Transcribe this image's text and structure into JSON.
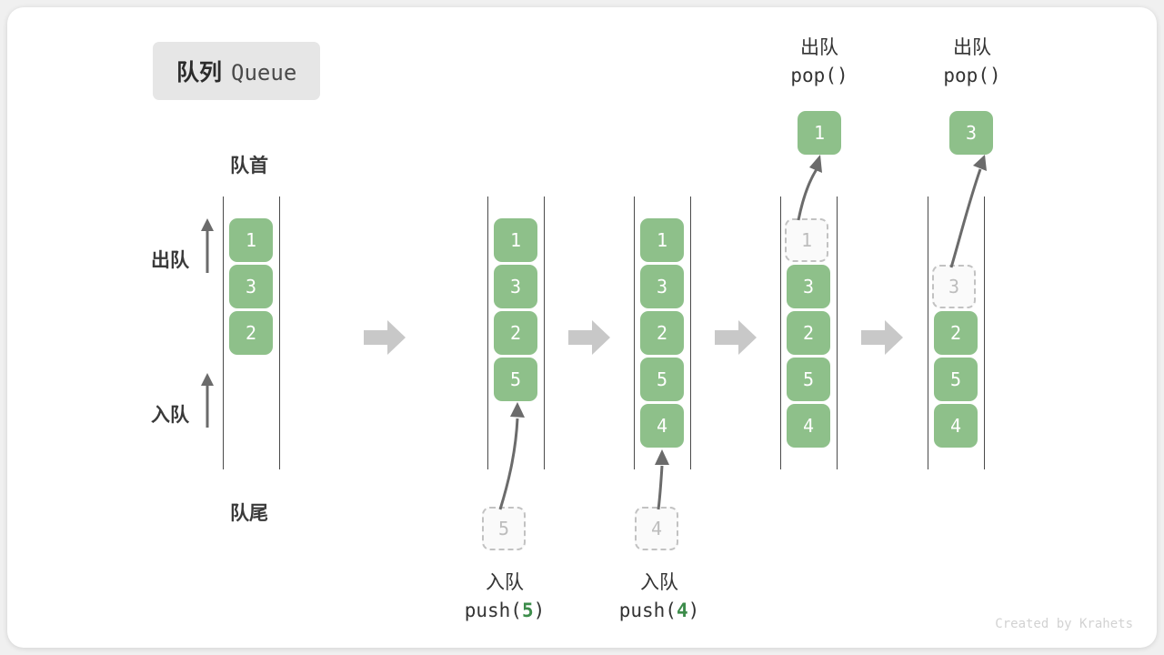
{
  "title": {
    "cn": "队列",
    "en": "Queue"
  },
  "labels": {
    "front": "队首",
    "rear": "队尾",
    "dequeue": "出队",
    "enqueue": "入队"
  },
  "watermark": "Created by Krahets",
  "colors": {
    "item_green": "#8ec08a",
    "ghost_border": "#c2c2c2",
    "ghost_text": "#bdbdbd",
    "rail": "#4a4a4a",
    "arrow_gray": "#c8c8c8",
    "accent_num": "#3c8c4a",
    "badge_bg": "#e6e6e6",
    "text_dark": "#3a3a3a"
  },
  "columns": [
    {
      "name": "initial",
      "items": [
        "1",
        "3",
        "2"
      ],
      "top_empty": 0
    },
    {
      "name": "after-push-5",
      "items": [
        "1",
        "3",
        "2",
        "5"
      ],
      "top_empty": 0
    },
    {
      "name": "after-push-4",
      "items": [
        "1",
        "3",
        "2",
        "5",
        "4"
      ],
      "top_empty": 0
    },
    {
      "name": "after-pop-1",
      "items": [
        "1",
        "3",
        "2",
        "5",
        "4"
      ],
      "top_empty": 0
    },
    {
      "name": "after-pop-3",
      "items": [
        "3",
        "2",
        "5",
        "4"
      ],
      "top_empty": 1
    }
  ],
  "operations": [
    {
      "name": "push-5",
      "cn": "入队",
      "fn": "push(",
      "num": "5",
      "fn_close": ")",
      "value": "5"
    },
    {
      "name": "push-4",
      "cn": "入队",
      "fn": "push(",
      "num": "4",
      "fn_close": ")",
      "value": "4"
    },
    {
      "name": "pop-1",
      "cn": "出队",
      "fn": "pop()",
      "num": "",
      "fn_close": "",
      "value": "1"
    },
    {
      "name": "pop-3",
      "cn": "出队",
      "fn": "pop()",
      "num": "",
      "fn_close": "",
      "value": "3"
    }
  ],
  "ghost_boxes": {
    "push5": "5",
    "push4": "4",
    "pop1": "1",
    "pop3": "3"
  },
  "popped_boxes": {
    "pop1": "1",
    "pop3": "3"
  }
}
